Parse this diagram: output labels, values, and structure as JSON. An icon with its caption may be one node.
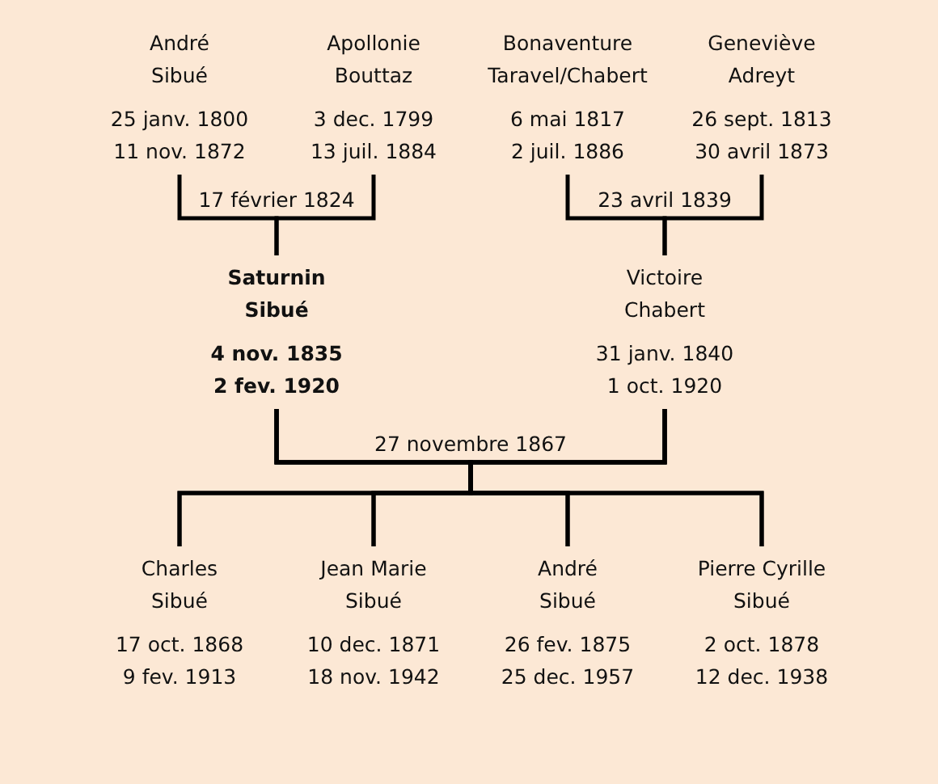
{
  "diagram": {
    "nodes": [
      {
        "text": [
          "André Sibué",
          "25 janv. 1800 11 nov. 1872"
        ]
      },
      {
        "text": [
          "Apollonie Bouttaz",
          "3 dec. 1799 13 juil. 1884"
        ]
      },
      {
        "text": [
          "Bonaventure Taravel/Chabert",
          "6 mai 1817 2 juil. 1886"
        ]
      },
      {
        "text": [
          "Geneviève Adreyt",
          "26 sept. 1813 30 avril 1873"
        ]
      },
      {
        "text": [
          "Saturnin Sibué",
          "4 nov. 1835 2 fev. 1920"
        ]
      },
      {
        "text": [
          "Victoire Chabert",
          "31 janv. 1840 1 oct. 1920"
        ]
      },
      {
        "text": [
          "Charles Sibué",
          "17 oct. 1868 9 fev. 1913"
        ]
      },
      {
        "text": [
          "Jean Marie Sibué",
          "10 dec. 1871 18 nov. 1942"
        ]
      },
      {
        "text": [
          "André Sibué",
          "26 fev. 1875 25 dec. 1957"
        ]
      },
      {
        "text": [
          "Pierre Cyrille Sibué",
          "2 oct. 1878 12 dec. 1938"
        ]
      }
    ],
    "edges": [
      {
        "from": 0,
        "to": 4,
        "arrow": "none",
        "label": "17 février 1824"
      },
      {
        "from": 1,
        "to": 4,
        "arrow": "none"
      },
      {
        "from": 2,
        "to": 5,
        "arrow": "none",
        "label": "23 avril 1839"
      },
      {
        "from": 3,
        "to": 5,
        "arrow": "none"
      },
      {
        "from": 4,
        "to": 6,
        "arrow": "none",
        "label": "27 novembre 1867"
      },
      {
        "from": 4,
        "to": 7,
        "arrow": "none"
      },
      {
        "from": 4,
        "to": 8,
        "arrow": "none"
      },
      {
        "from": 4,
        "to": 9,
        "arrow": "none"
      },
      {
        "from": 5,
        "to": 6,
        "arrow": "none"
      },
      {
        "from": 5,
        "to": 7,
        "arrow": "none"
      },
      {
        "from": 5,
        "to": 8,
        "arrow": "none"
      },
      {
        "from": 5,
        "to": 9,
        "arrow": "none"
      }
    ]
  }
}
